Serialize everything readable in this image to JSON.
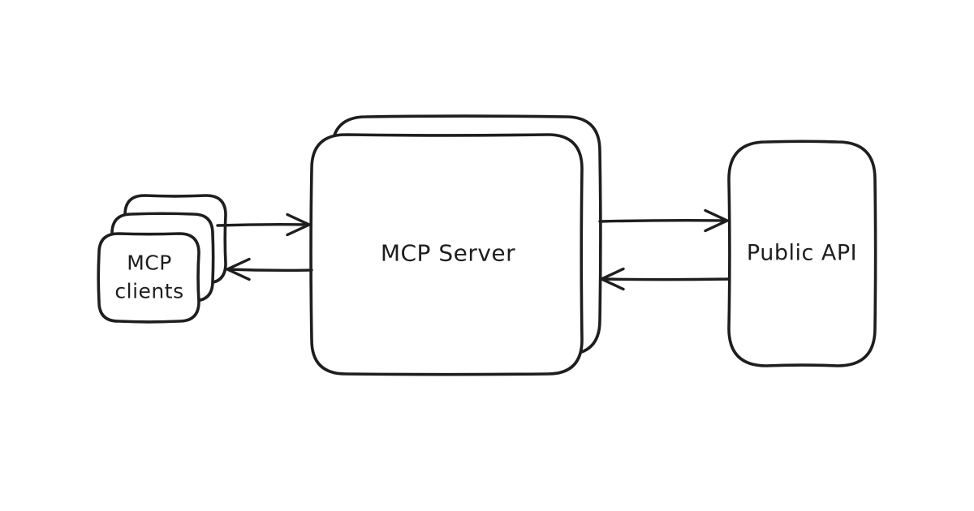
{
  "page": {
    "background": "#ffffff"
  },
  "diagram": {
    "style": "hand-drawn-sketch",
    "stroke_color": "#1e1e1e",
    "text_color": "#1e1e1e",
    "nodes": {
      "clients": {
        "label": "MCP\nclients",
        "stack_count": 3
      },
      "server": {
        "label": "MCP Server",
        "stack_count": 2
      },
      "public_api": {
        "label": "Public API",
        "stack_count": 1
      }
    },
    "edges": [
      {
        "from": "MCP clients",
        "to": "MCP Server",
        "arrow": "right"
      },
      {
        "from": "MCP Server",
        "to": "MCP clients",
        "arrow": "left"
      },
      {
        "from": "MCP Server",
        "to": "Public API",
        "arrow": "right"
      },
      {
        "from": "Public API",
        "to": "MCP Server",
        "arrow": "left"
      }
    ]
  }
}
